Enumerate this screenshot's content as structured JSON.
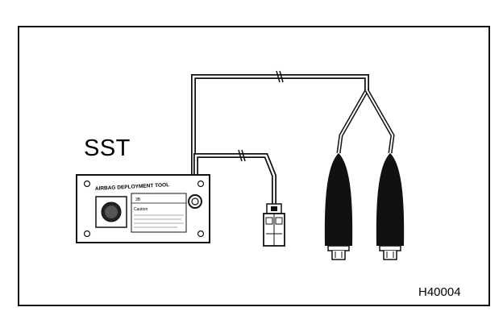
{
  "diagram": {
    "sst_label": "SST",
    "figure_code": "H40004",
    "tool_panel": {
      "title": "AIRBAG DEPLOYMENT TOOL",
      "line_1": "3B",
      "line_2": "Caution"
    }
  }
}
